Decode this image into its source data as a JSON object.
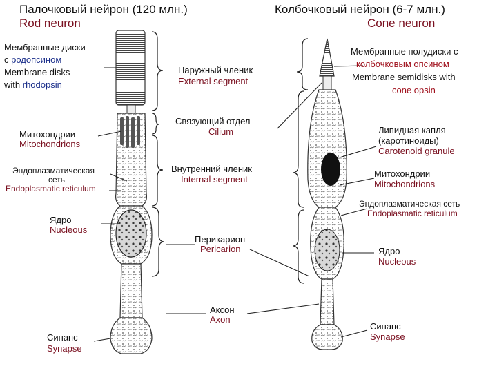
{
  "titles": {
    "rod_ru": "Палочковый нейрон",
    "rod_count": "(120 млн.)",
    "rod_en": "Rod neuron",
    "cone_ru": "Колбочковый нейрон",
    "cone_count": "(6-7 млн.)",
    "cone_en": "Cone neuron"
  },
  "rod_labels": {
    "disks_ru_1": "Мембранные диски",
    "disks_ru_2a": "с ",
    "disks_ru_2b": "родопсином",
    "disks_en_1": "Membrane disks",
    "disks_en_2a": "with ",
    "disks_en_2b": "rhodopsin",
    "mito_ru": "Митохондрии",
    "mito_en": "Mitochondrions",
    "er_ru_1": "Эндоплазматическая",
    "er_ru_2": "сеть",
    "er_en": "Endoplasmatic reticulum",
    "nucleus_ru": "Ядро",
    "nucleus_en": "Nucleous",
    "synapse_ru": "Синапс",
    "synapse_en": "Synapse"
  },
  "center_labels": {
    "outer_ru": "Наружный членик",
    "outer_en": "External segment",
    "cilium_ru": "Связующий отдел",
    "cilium_en": "Cilium",
    "inner_ru": "Внутренний членик",
    "inner_en": "Internal segment",
    "peri_ru": "Перикарион",
    "peri_en": "Pericarion",
    "axon_ru": "Аксон",
    "axon_en": "Axon"
  },
  "cone_labels": {
    "semidisks_ru_1": "Мембранные полудиски с",
    "semidisks_ru_2": "колбочковым опсином",
    "semidisks_en_1": "Membrane semidisks with",
    "semidisks_en_2": "cone opsin",
    "lipid_ru_1": "Липидная капля",
    "lipid_ru_2": "(каротиноиды)",
    "lipid_en": "Carotenoid granule",
    "mito_ru": "Митохондрии",
    "mito_en": "Mitochondrions",
    "er_ru": "Эндоплазматическая сеть",
    "er_en": "Endoplasmatic reticulum",
    "nucleus_ru": "Ядро",
    "nucleus_en": "Nucleous",
    "synapse_ru": "Синапс",
    "synapse_en": "Synapse"
  },
  "colors": {
    "english_label": "#7a1020",
    "highlight_blue": "#1a2e8a",
    "highlight_red": "#a0101c",
    "cell_outline": "#333333"
  }
}
